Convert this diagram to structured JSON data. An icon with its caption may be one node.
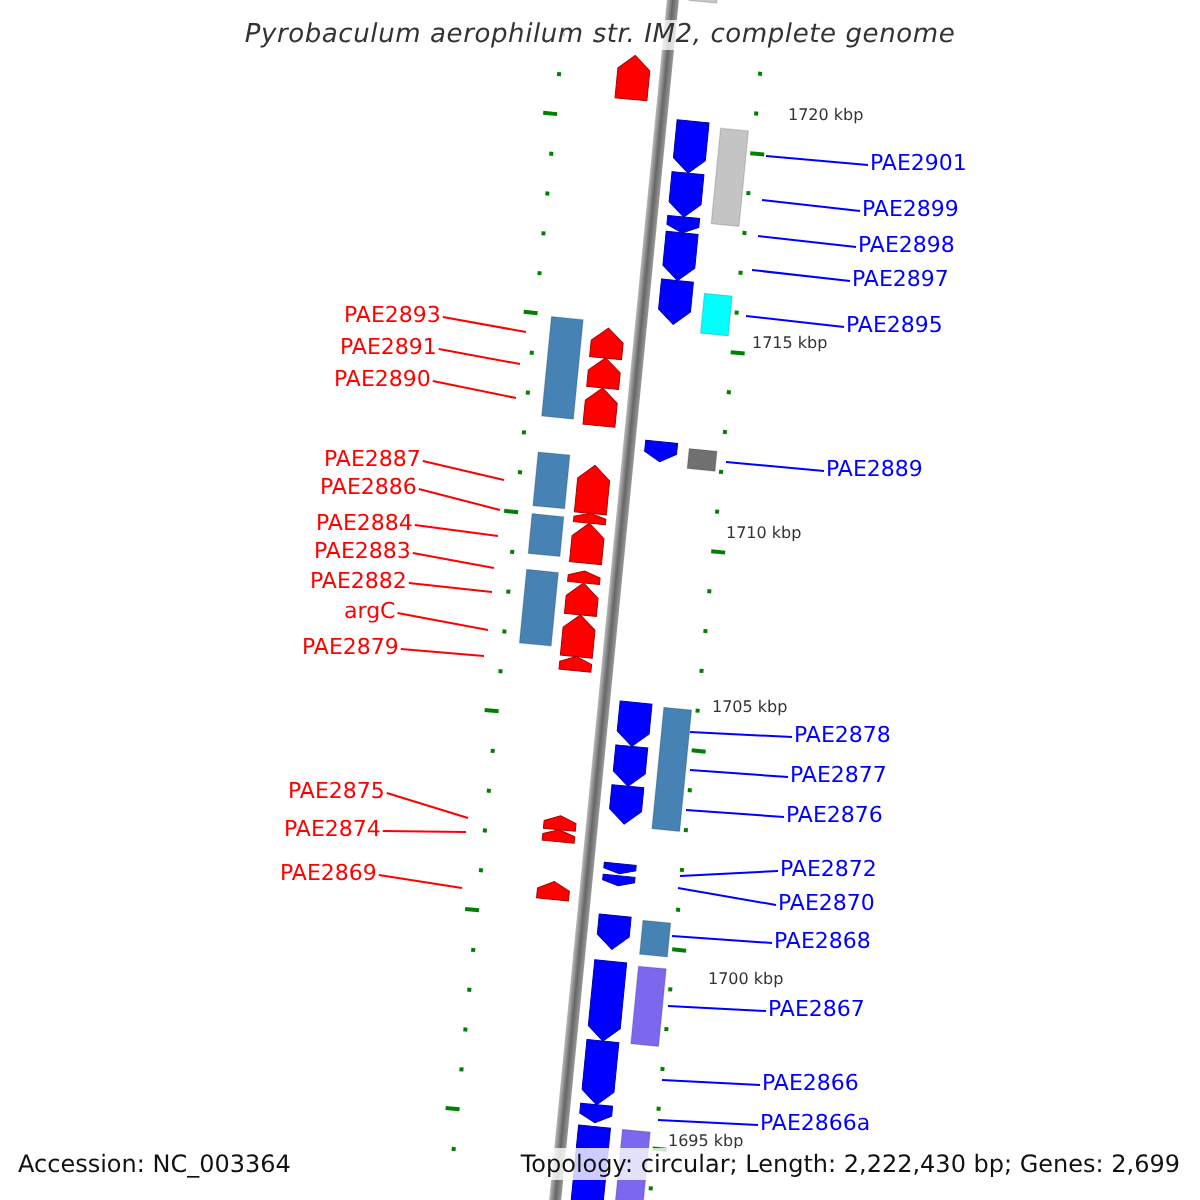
{
  "diagram": {
    "title": "Pyrobaculum aerophilum str. IM2, complete genome",
    "nodes": [
      {
        "text": [
          "PAE2901"
        ]
      },
      {
        "text": [
          "PAE2899"
        ]
      },
      {
        "text": [
          "PAE2898"
        ]
      },
      {
        "text": [
          "PAE2897"
        ]
      },
      {
        "text": [
          "PAE2895"
        ]
      },
      {
        "text": [
          "PAE2893"
        ]
      },
      {
        "text": [
          "PAE2891"
        ]
      },
      {
        "text": [
          "PAE2890"
        ]
      },
      {
        "text": [
          "PAE2887"
        ]
      },
      {
        "text": [
          "PAE2889"
        ]
      },
      {
        "text": [
          "PAE2886"
        ]
      },
      {
        "text": [
          "PAE2884"
        ]
      },
      {
        "text": [
          "PAE2883"
        ]
      },
      {
        "text": [
          "PAE2882"
        ]
      },
      {
        "text": [
          "argC"
        ]
      },
      {
        "text": [
          "PAE2879"
        ]
      },
      {
        "text": [
          "PAE2878"
        ]
      },
      {
        "text": [
          "PAE2877"
        ]
      },
      {
        "text": [
          "PAE2875"
        ]
      },
      {
        "text": [
          "PAE2876"
        ]
      },
      {
        "text": [
          "PAE2874"
        ]
      },
      {
        "text": [
          "PAE2872"
        ]
      },
      {
        "text": [
          "PAE2869"
        ]
      },
      {
        "text": [
          "PAE2870"
        ]
      },
      {
        "text": [
          "PAE2868"
        ]
      },
      {
        "text": [
          "PAE2867"
        ]
      },
      {
        "text": [
          "PAE2866"
        ]
      },
      {
        "text": [
          "PAE2866a"
        ]
      }
    ],
    "edges": [
      {
        "from": 0,
        "to": null,
        "arrow": "none"
      },
      {
        "from": 1,
        "to": null,
        "arrow": "none"
      },
      {
        "from": 2,
        "to": null,
        "arrow": "none"
      },
      {
        "from": 3,
        "to": null,
        "arrow": "none"
      },
      {
        "from": 4,
        "to": null,
        "arrow": "none"
      },
      {
        "from": 5,
        "to": null,
        "arrow": "none",
        "color": "#ff0000"
      },
      {
        "from": 6,
        "to": null,
        "arrow": "none",
        "color": "#ff0000"
      },
      {
        "from": 7,
        "to": null,
        "arrow": "none",
        "color": "#ff0000"
      },
      {
        "from": 8,
        "to": null,
        "arrow": "none",
        "color": "#ff0000"
      },
      {
        "from": 9,
        "to": null,
        "arrow": "none"
      },
      {
        "from": 10,
        "to": null,
        "arrow": "none",
        "color": "#ff0000"
      },
      {
        "from": 11,
        "to": null,
        "arrow": "none",
        "color": "#ff0000"
      },
      {
        "from": 12,
        "to": null,
        "arrow": "none",
        "color": "#ff0000"
      },
      {
        "from": 13,
        "to": null,
        "arrow": "none",
        "color": "#ff0000"
      },
      {
        "from": 14,
        "to": null,
        "arrow": "none",
        "color": "#ff0000"
      },
      {
        "from": 15,
        "to": null,
        "arrow": "none",
        "color": "#ff0000"
      },
      {
        "from": 16,
        "to": null,
        "arrow": "none"
      },
      {
        "from": 17,
        "to": null,
        "arrow": "none"
      },
      {
        "from": 18,
        "to": null,
        "arrow": "none",
        "color": "#ff0000"
      },
      {
        "from": 19,
        "to": null,
        "arrow": "none"
      },
      {
        "from": 20,
        "to": null,
        "arrow": "none",
        "color": "#ff0000"
      },
      {
        "from": 21,
        "to": null,
        "arrow": "none"
      },
      {
        "from": 22,
        "to": null,
        "arrow": "none",
        "color": "#ff0000"
      },
      {
        "from": 23,
        "to": null,
        "arrow": "none"
      },
      {
        "from": 24,
        "to": null,
        "arrow": "none"
      },
      {
        "from": 25,
        "to": null,
        "arrow": "none"
      },
      {
        "from": 26,
        "to": null,
        "arrow": "none"
      },
      {
        "from": 27,
        "to": null,
        "arrow": "none"
      }
    ],
    "labels": [
      "1720 kbp",
      "1715 kbp",
      "1710 kbp",
      "1705 kbp",
      "1700 kbp",
      "1695 kbp",
      "Accession: NC_003364",
      "Topology: circular; Length: 2,222,430 bp; Genes: 2,699"
    ]
  }
}
